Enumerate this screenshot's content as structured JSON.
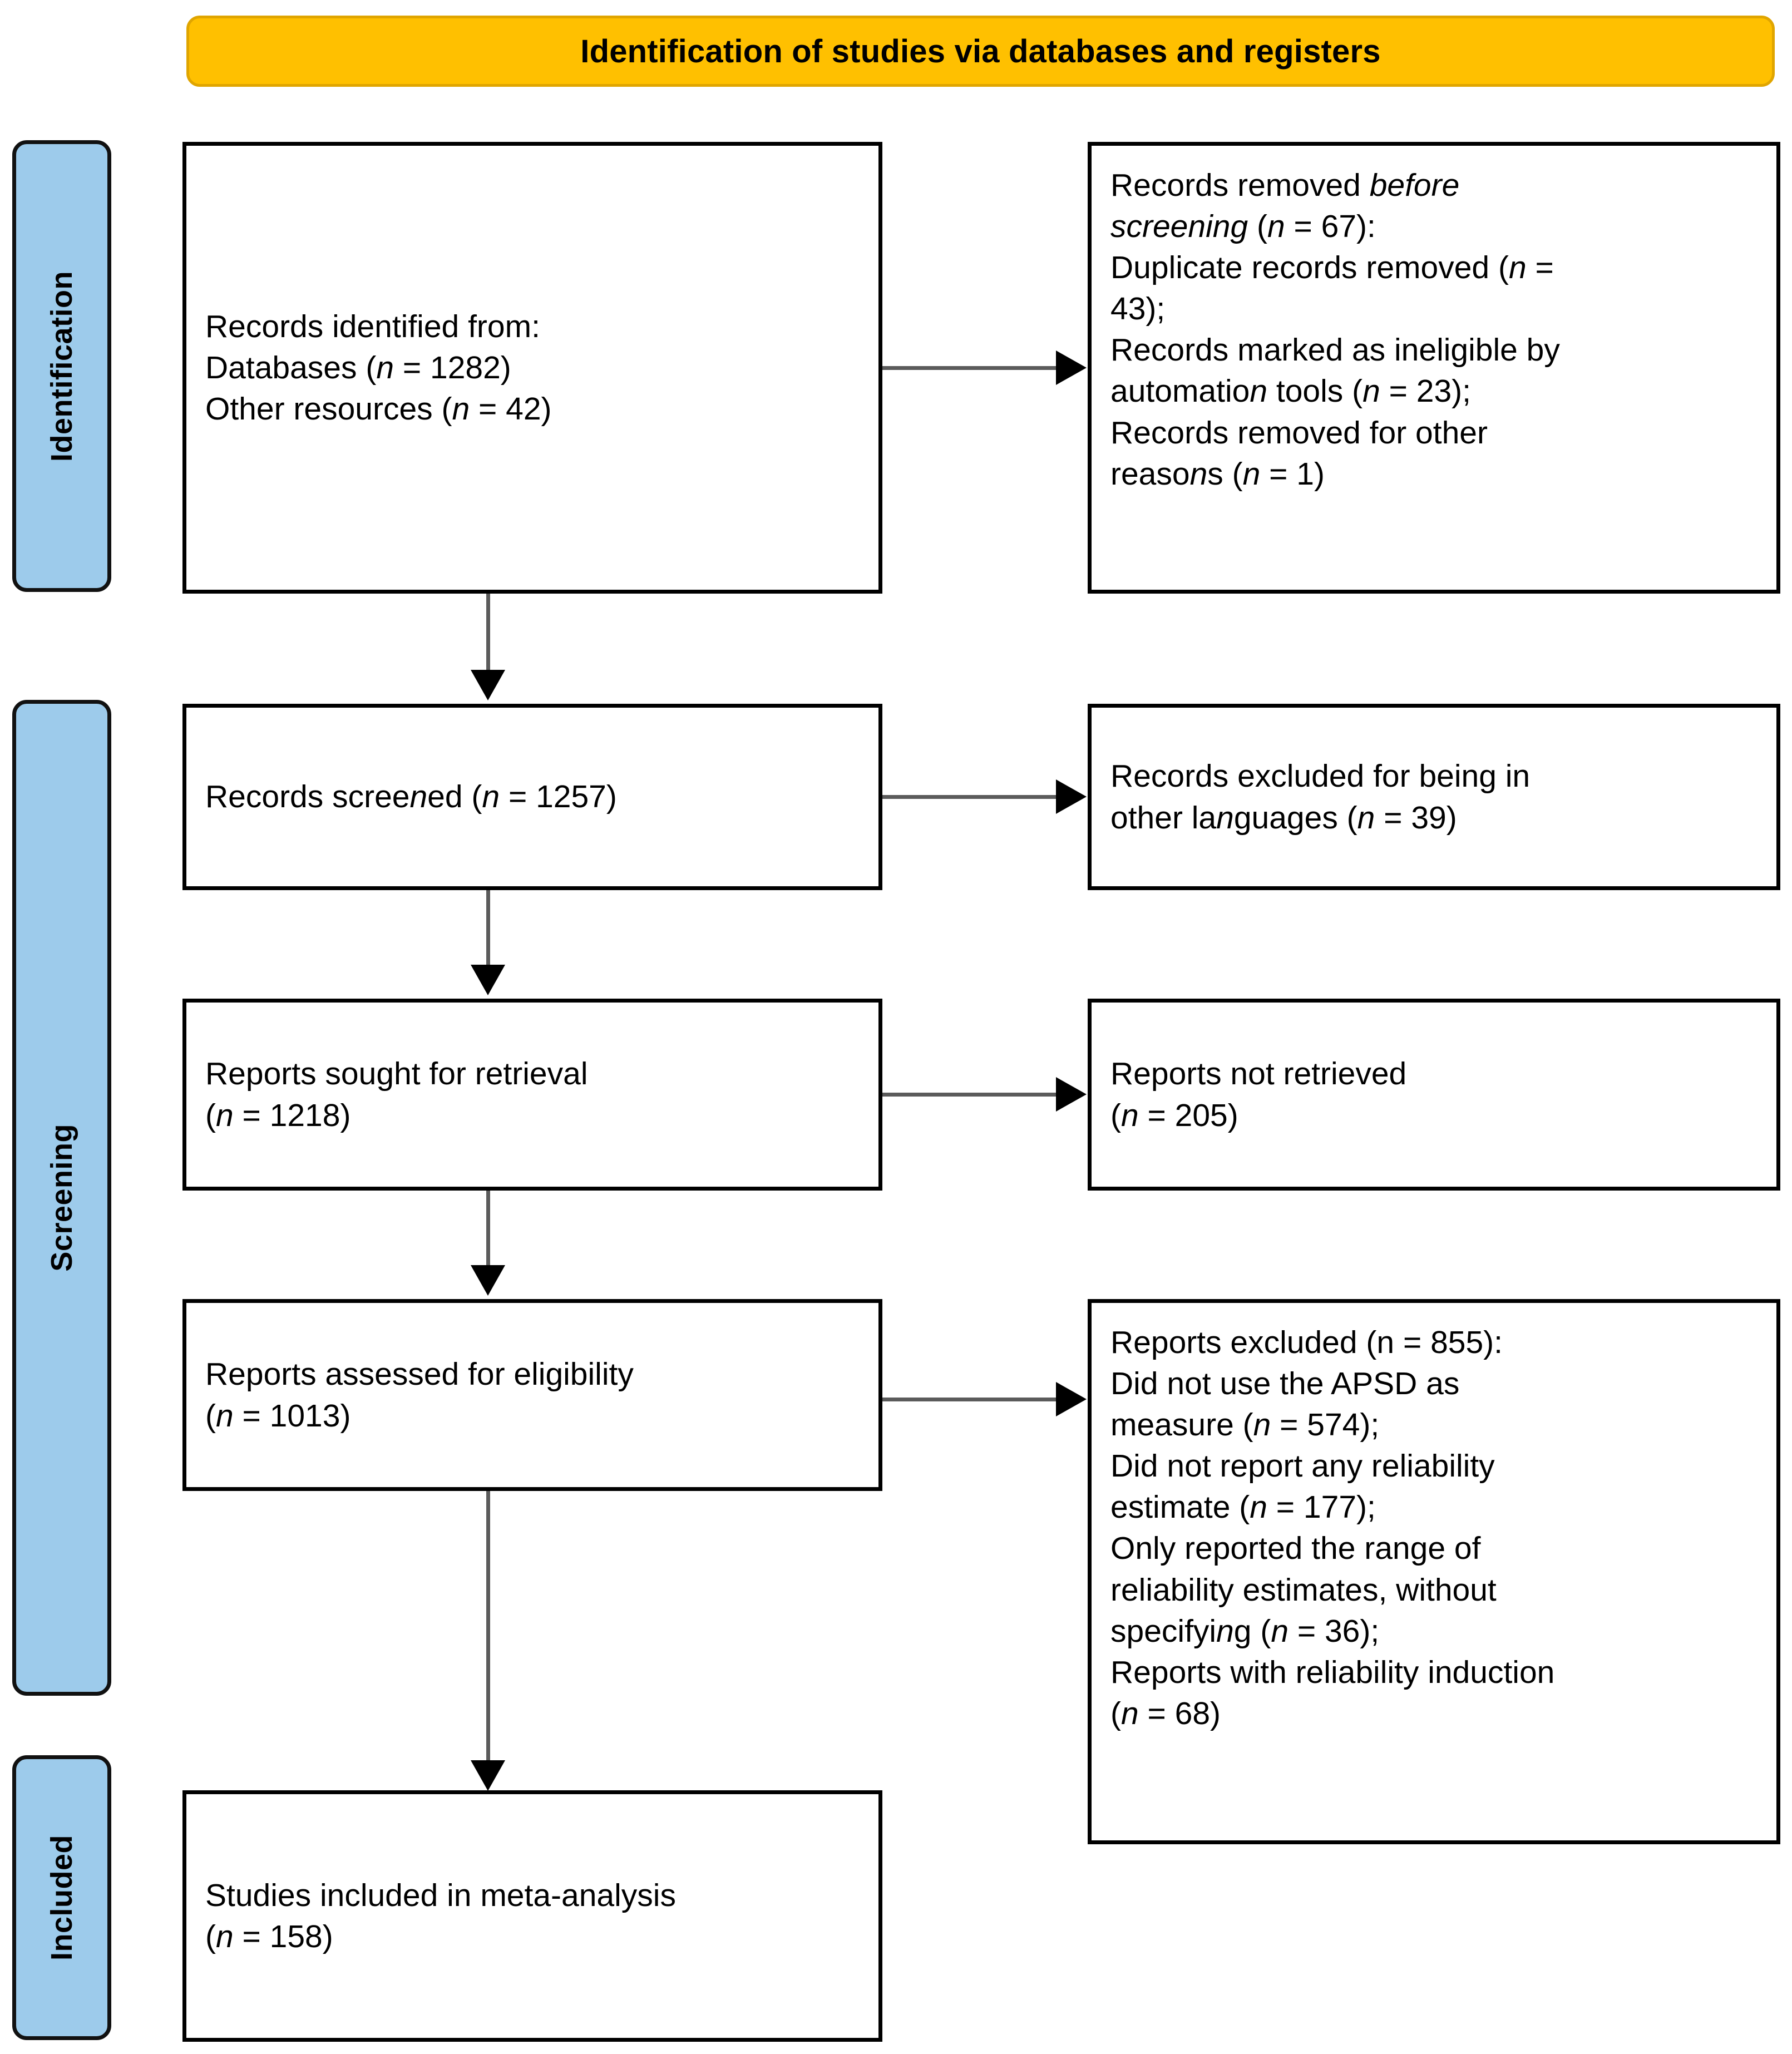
{
  "banner": {
    "title": "Identification of studies via databases and registers"
  },
  "stages": [
    {
      "id": "identification",
      "label": "Identification"
    },
    {
      "id": "screening",
      "label": "Screening"
    },
    {
      "id": "included",
      "label": "Included"
    }
  ],
  "boxes": {
    "records_identified": {
      "lines": [
        {
          "text": "Records identified from:",
          "italic_parts": []
        },
        {
          "text": "Databases (n = 1282)",
          "italic_parts": [
            "n"
          ]
        },
        {
          "text": "Other resources (n = 42)",
          "italic_parts": [
            "n"
          ]
        }
      ]
    },
    "records_removed": {
      "lines": [
        {
          "text": "Records removed before",
          "italic_parts": [
            "before"
          ]
        },
        {
          "text": "screening (n = 67):",
          "italic_parts": [
            "screening",
            "n"
          ]
        },
        {
          "text": "Duplicate records removed (n =",
          "italic_parts": [
            "n"
          ]
        },
        {
          "text": "43);",
          "italic_parts": []
        },
        {
          "text": "Records marked as ineligible by",
          "italic_parts": []
        },
        {
          "text": "automation tools (n = 23);",
          "italic_parts": [
            "n"
          ]
        },
        {
          "text": "Records removed for other",
          "italic_parts": []
        },
        {
          "text": "reasons (n = 1)",
          "italic_parts": [
            "n"
          ]
        }
      ]
    },
    "records_screened": {
      "lines": [
        {
          "text": "Records screened (n = 1257)",
          "italic_parts": [
            "n"
          ]
        }
      ]
    },
    "records_excluded_language": {
      "lines": [
        {
          "text": "Records excluded for being in",
          "italic_parts": []
        },
        {
          "text": "other languages (n = 39)",
          "italic_parts": [
            "n"
          ]
        }
      ]
    },
    "reports_sought": {
      "lines": [
        {
          "text": "Reports sought for retrieval",
          "italic_parts": []
        },
        {
          "text": "(n = 1218)",
          "italic_parts": [
            "n"
          ]
        }
      ]
    },
    "reports_not_retrieved": {
      "lines": [
        {
          "text": "Reports not retrieved",
          "italic_parts": []
        },
        {
          "text": "(n = 205)",
          "italic_parts": [
            "n"
          ]
        }
      ]
    },
    "reports_assessed": {
      "lines": [
        {
          "text": "Reports assessed for eligibility",
          "italic_parts": []
        },
        {
          "text": "(n = 1013)",
          "italic_parts": [
            "n"
          ]
        }
      ]
    },
    "reports_excluded": {
      "lines": [
        {
          "text": "Reports excluded (n = 855):",
          "italic_parts": []
        },
        {
          "text": "Did not use the APSD as",
          "italic_parts": []
        },
        {
          "text": "measure (n = 574);",
          "italic_parts": [
            "n"
          ]
        },
        {
          "text": "Did not report any reliability",
          "italic_parts": []
        },
        {
          "text": "estimate (n = 177);",
          "italic_parts": [
            "n"
          ]
        },
        {
          "text": "Only reported the range of",
          "italic_parts": []
        },
        {
          "text": "reliability estimates, without",
          "italic_parts": []
        },
        {
          "text": "specifying (n = 36);",
          "italic_parts": [
            "n"
          ]
        },
        {
          "text": "Reports with reliability induction",
          "italic_parts": []
        },
        {
          "text": "(n = 68)",
          "italic_parts": [
            "n"
          ]
        }
      ]
    },
    "studies_included": {
      "lines": [
        {
          "text": "Studies included in meta-analysis",
          "italic_parts": []
        },
        {
          "text": "(n = 158)",
          "italic_parts": [
            "n"
          ]
        }
      ]
    }
  },
  "counts": {
    "databases": 1282,
    "other_resources": 42,
    "removed_before_screening": 67,
    "duplicates_removed": 43,
    "ineligible_by_automation": 23,
    "removed_other_reasons": 1,
    "records_screened": 1257,
    "excluded_other_languages": 39,
    "reports_sought": 1218,
    "reports_not_retrieved": 205,
    "reports_assessed": 1013,
    "reports_excluded": 855,
    "no_apsd_measure": 574,
    "no_reliability_estimate": 177,
    "range_only": 36,
    "reliability_induction": 68,
    "studies_included": 158
  },
  "colors": {
    "banner_fill": "#FFC000",
    "banner_border": "#E0A500",
    "stage_tab_fill": "#9DCBEB",
    "box_border": "#000000",
    "connector_line": "#5B5B5B",
    "arrow_head": "#000000"
  }
}
